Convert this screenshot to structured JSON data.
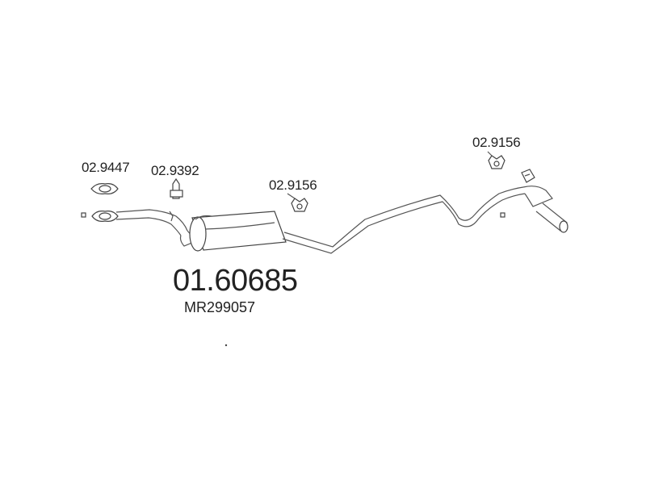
{
  "diagram": {
    "main_part_number": "01.60685",
    "oem_reference": "MR299057",
    "components": [
      {
        "part_number": "02.9447",
        "icon": "flange-gasket-icon"
      },
      {
        "part_number": "02.9392",
        "icon": "bolt-clamp-icon"
      },
      {
        "part_number": "02.9156",
        "icon": "rubber-hanger-icon"
      },
      {
        "part_number": "02.9156",
        "icon": "rubber-hanger-icon"
      }
    ]
  }
}
